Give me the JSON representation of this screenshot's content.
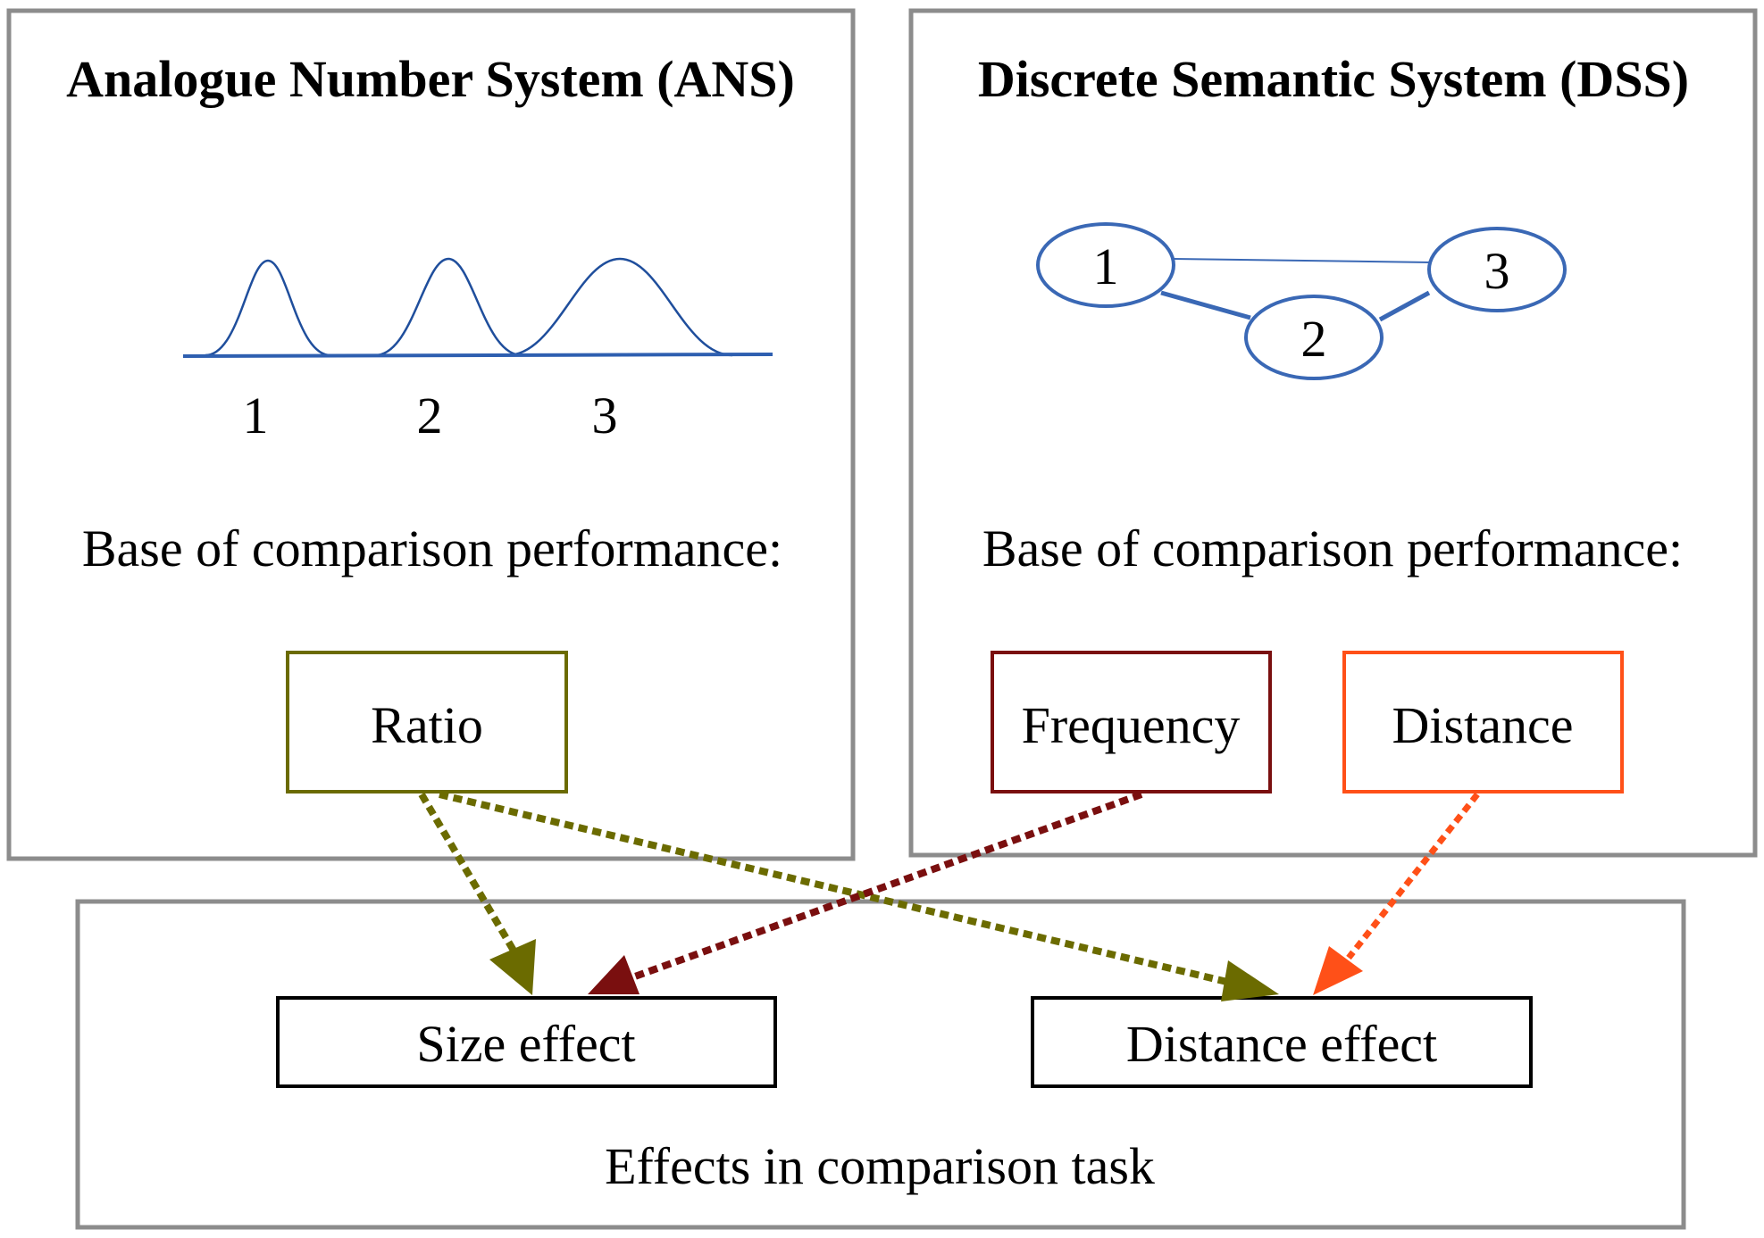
{
  "colors": {
    "panel_border": "#8c8c8c",
    "curve": "#1f4e9c",
    "axis": "#2e5fb0",
    "node": "#3a68b5",
    "ratio": "#6b6b00",
    "frequency": "#7a0f0f",
    "distance": "#ff5018",
    "effect_border": "#000000"
  },
  "ans": {
    "title": "Analogue Number System (ANS)",
    "ticks": [
      "1",
      "2",
      "3"
    ],
    "base_label": "Base of comparison performance:",
    "factor": "Ratio"
  },
  "dss": {
    "title": "Discrete Semantic System (DSS)",
    "nodes": [
      "1",
      "2",
      "3"
    ],
    "base_label": "Base of comparison performance:",
    "factors": [
      "Frequency",
      "Distance"
    ]
  },
  "effects": {
    "caption": "Effects in comparison task",
    "items": [
      "Size effect",
      "Distance effect"
    ]
  }
}
